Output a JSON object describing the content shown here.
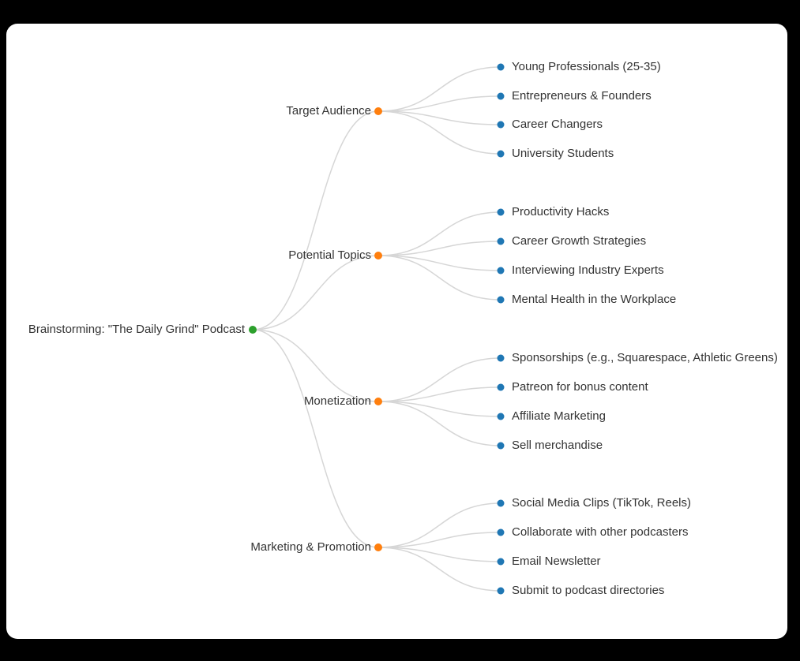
{
  "canvas": {
    "background": "#000000",
    "card_background": "#ffffff"
  },
  "mindmap": {
    "link_color": "#d6d6d6",
    "text_color": "#333333",
    "root": {
      "label": "Brainstorming: \"The Daily Grind\" Podcast",
      "dot_color": "#2ca02c"
    },
    "branch_dot_color": "#ff7f0e",
    "leaf_dot_color": "#1f77b4",
    "branches": [
      {
        "label": "Target Audience",
        "children": [
          "Young Professionals (25-35)",
          "Entrepreneurs & Founders",
          "Career Changers",
          "University Students"
        ]
      },
      {
        "label": "Potential Topics",
        "children": [
          "Productivity Hacks",
          "Career Growth Strategies",
          "Interviewing Industry Experts",
          "Mental Health in the Workplace"
        ]
      },
      {
        "label": "Monetization",
        "children": [
          "Sponsorships (e.g., Squarespace, Athletic Greens)",
          "Patreon for bonus content",
          "Affiliate Marketing",
          "Sell merchandise"
        ]
      },
      {
        "label": "Marketing & Promotion",
        "children": [
          "Social Media Clips (TikTok, Reels)",
          "Collaborate with other podcasters",
          "Email Newsletter",
          "Submit to podcast directories"
        ]
      }
    ]
  }
}
